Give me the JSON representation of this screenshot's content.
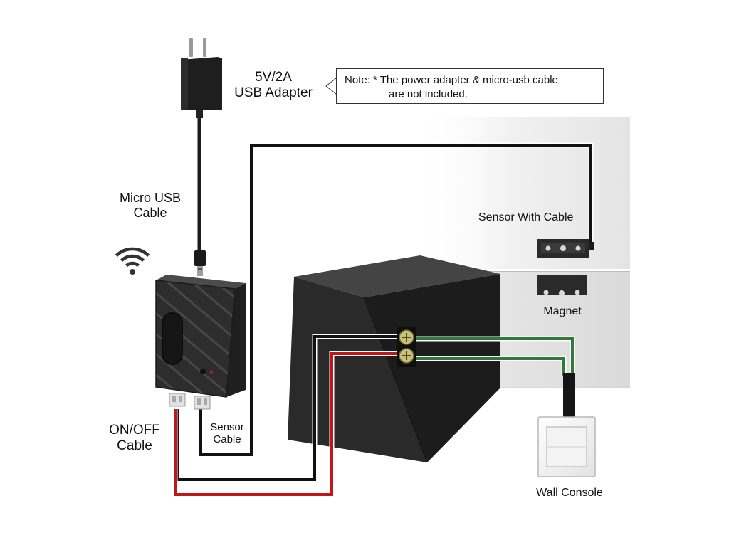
{
  "labels": {
    "adapter": [
      "5V/2A",
      "USB Adapter"
    ],
    "micro_usb": [
      "Micro USB",
      "Cable"
    ],
    "onoff": [
      "ON/OFF",
      "Cable"
    ],
    "sensor_cable": [
      "Sensor",
      "Cable"
    ],
    "sensor_with_cable": "Sensor With Cable",
    "magnet": "Magnet",
    "wall_console": "Wall Console"
  },
  "note": {
    "line1": "Note: * The power adapter & micro-usb cable",
    "line2": "are not included."
  },
  "colors": {
    "wire_black": "#111111",
    "wire_red": "#c2161b",
    "wire_green": "#2f7a3a",
    "device_body": "#2b2b2b",
    "opener_front": "#252525",
    "wall_bg": "#e9e9e9"
  },
  "icons": [
    "wifi-icon",
    "power-plug-icon",
    "micro-usb-connector-icon",
    "terminal-screw-icon",
    "light-switch-icon"
  ]
}
